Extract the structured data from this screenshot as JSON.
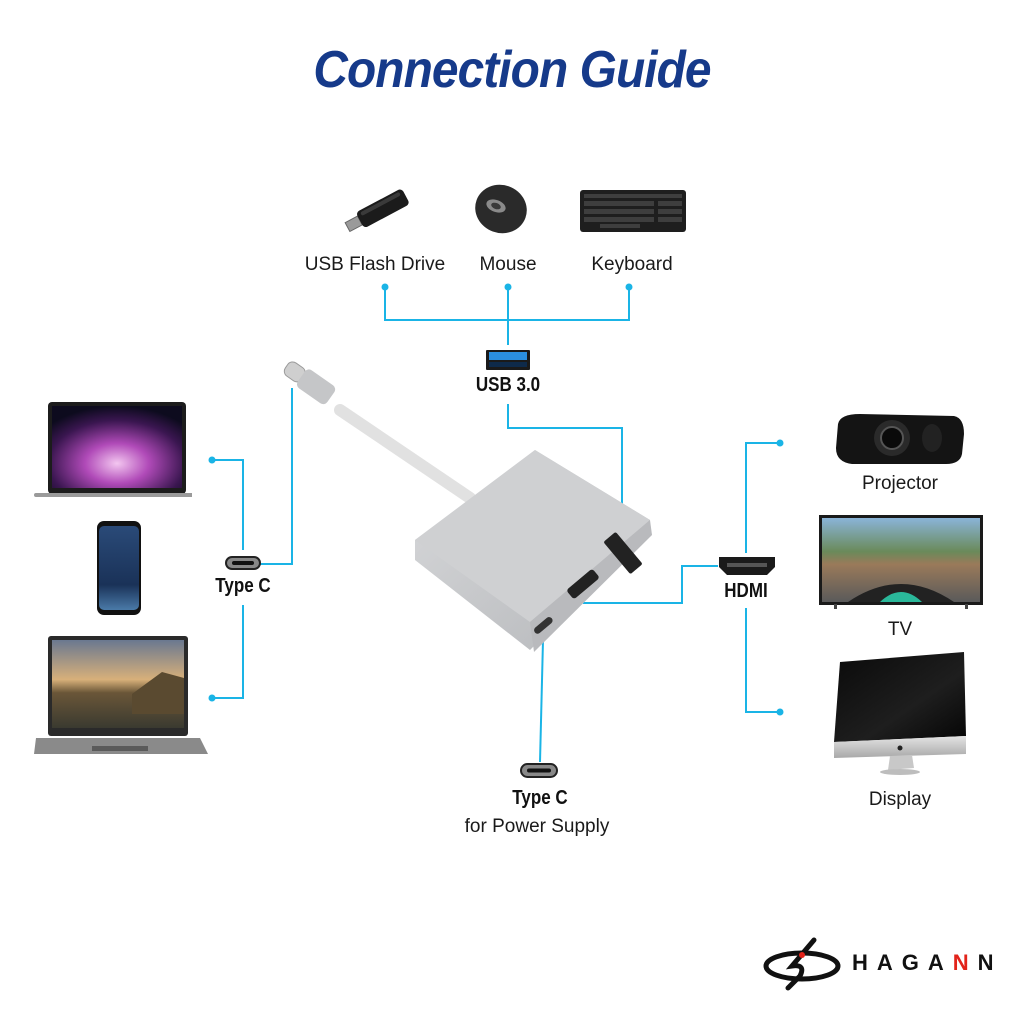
{
  "title": "Connection Guide",
  "colors": {
    "title": "#163a8a",
    "connector_line": "#1ab4e6",
    "usb_blue": "#2a8fe0",
    "logo_accent": "#e2231a"
  },
  "peripherals": {
    "usb_flash_drive": {
      "label": "USB Flash Drive",
      "icon": "usb-flash-drive-icon"
    },
    "mouse": {
      "label": "Mouse",
      "icon": "mouse-icon"
    },
    "keyboard": {
      "label": "Keyboard",
      "icon": "keyboard-icon"
    }
  },
  "ports": {
    "usb": {
      "label": "USB 3.0",
      "icon": "usb-port-icon"
    },
    "type_c_input": {
      "label": "Type C",
      "icon": "type-c-port-icon"
    },
    "hdmi": {
      "label": "HDMI",
      "icon": "hdmi-port-icon"
    },
    "type_c_power": {
      "label": "Type C",
      "sublabel": "for Power Supply",
      "icon": "type-c-port-icon"
    }
  },
  "hosts": [
    {
      "name": "macbook",
      "icon": "laptop-icon"
    },
    {
      "name": "smartphone",
      "icon": "smartphone-icon"
    },
    {
      "name": "chromebook",
      "icon": "laptop-icon"
    }
  ],
  "outputs": {
    "projector": {
      "label": "Projector",
      "icon": "projector-icon"
    },
    "tv": {
      "label": "TV",
      "icon": "tv-icon"
    },
    "display": {
      "label": "Display",
      "icon": "monitor-icon"
    }
  },
  "brand": {
    "name_prefix": "HAGA",
    "name_accent": "N",
    "name_suffix": "N"
  }
}
